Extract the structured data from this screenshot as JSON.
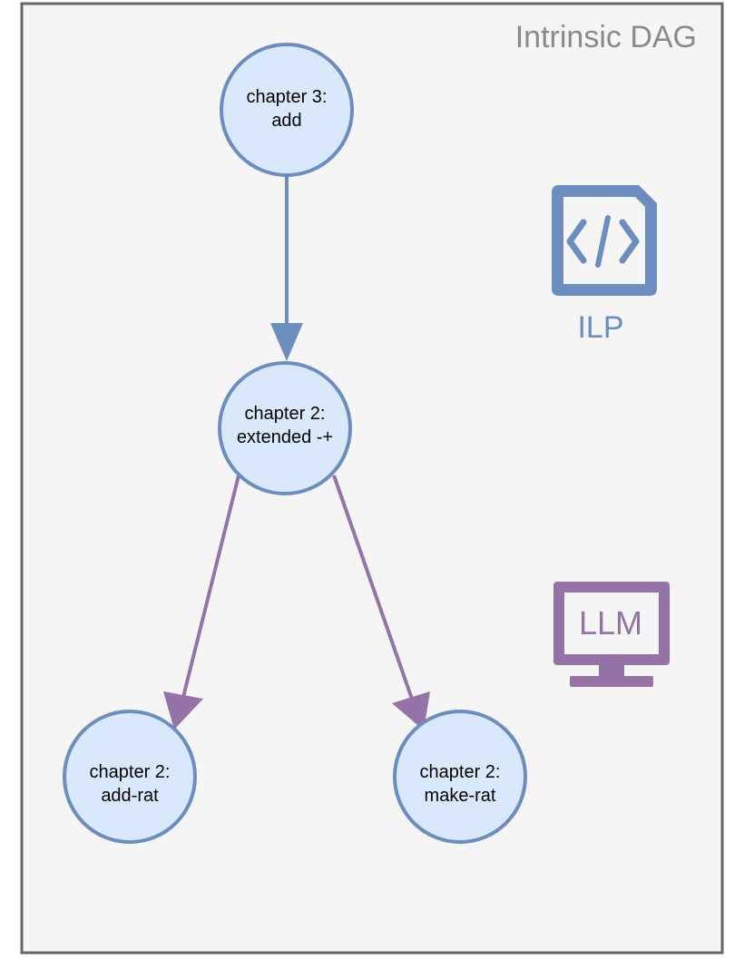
{
  "diagram": {
    "title": "Intrinsic DAG",
    "nodes": [
      {
        "id": "add",
        "line1": "chapter 3:",
        "line2": "add"
      },
      {
        "id": "extended",
        "line1": "chapter 2:",
        "line2": "extended -+"
      },
      {
        "id": "add-rat",
        "line1": "chapter 2:",
        "line2": "add-rat"
      },
      {
        "id": "make-rat",
        "line1": "chapter 2:",
        "line2": "make-rat"
      }
    ],
    "edges": [
      {
        "from": "add",
        "to": "extended",
        "color": "#6c8ebf"
      },
      {
        "from": "extended",
        "to": "add-rat",
        "color": "#9673a6"
      },
      {
        "from": "extended",
        "to": "make-rat",
        "color": "#9673a6"
      }
    ],
    "legend": {
      "ilp": {
        "icon": "code-file-icon",
        "label": "ILP",
        "color": "#6c8ebf"
      },
      "llm": {
        "icon": "monitor-icon",
        "label": "LLM",
        "color": "#9673a6"
      }
    },
    "colors": {
      "background": "#f5f5f5",
      "border": "#666666",
      "node_fill": "#dae8fc",
      "node_stroke": "#6c8ebf"
    }
  }
}
